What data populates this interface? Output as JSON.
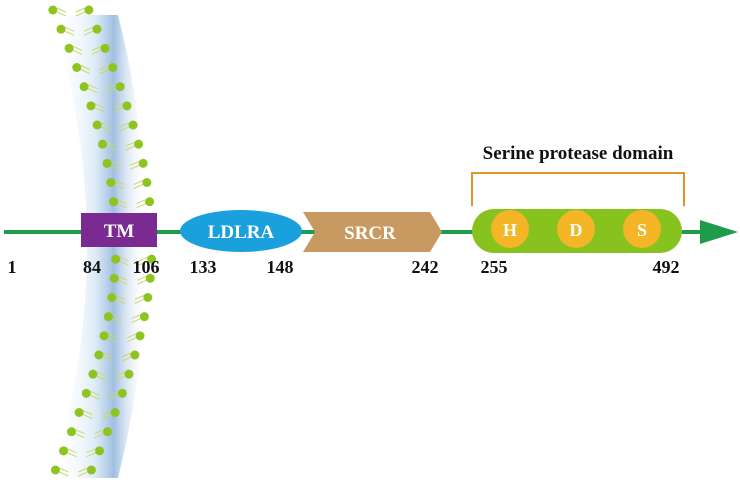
{
  "diagram": {
    "title": "Serine protease domain",
    "domains": [
      {
        "id": "tm",
        "label": "TM"
      },
      {
        "id": "ldlra",
        "label": "LDLRA"
      },
      {
        "id": "srcr",
        "label": "SRCR"
      }
    ],
    "catalytic_residues": [
      "H",
      "D",
      "S"
    ],
    "positions": [
      "1",
      "84",
      "106",
      "133",
      "148",
      "242",
      "255",
      "492"
    ],
    "colors": {
      "backbone": "#1f9b4c",
      "tm": "#7a2a91",
      "ldlra": "#1aa0dd",
      "srcr": "#c89a61",
      "protease": "#88c21e",
      "residue": "#f4b526",
      "bracket": "#e0952a",
      "lipid_head": "#8fc31f",
      "lipid_tail": "#c9d86a"
    }
  }
}
